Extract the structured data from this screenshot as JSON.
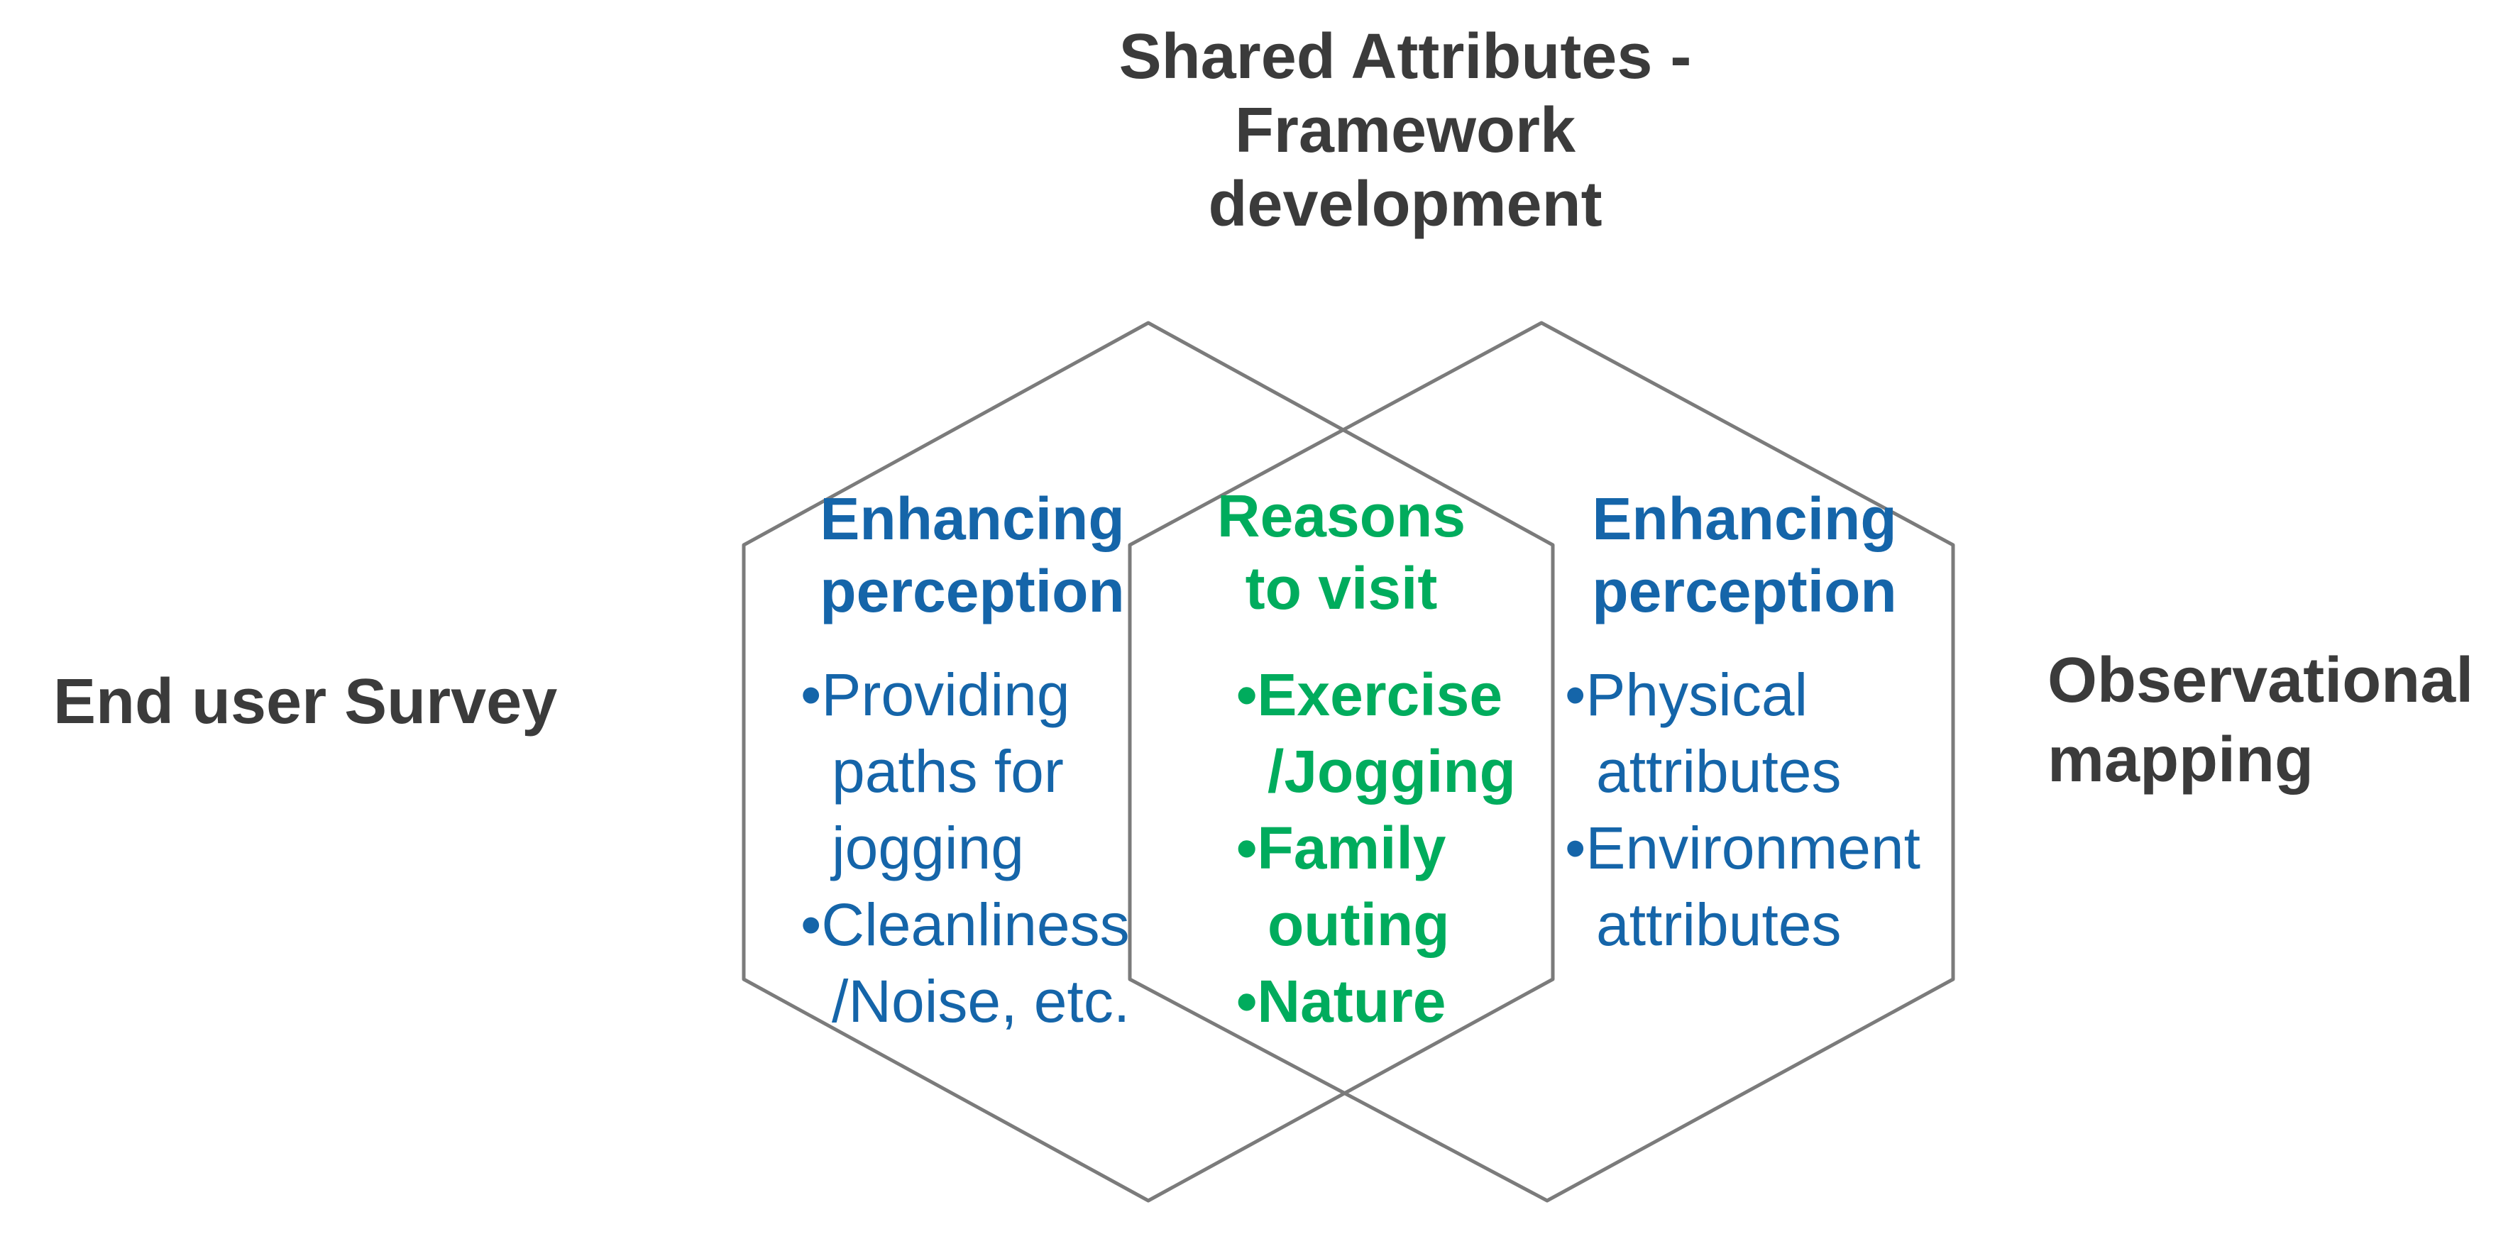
{
  "title": {
    "lines": [
      "Shared Attributes -",
      "Framework",
      "development"
    ]
  },
  "left_label": "End user Survey",
  "right_label": {
    "lines": [
      "Observational",
      "mapping"
    ]
  },
  "diagram": {
    "left_region": {
      "heading": [
        "Enhancing",
        "perception"
      ],
      "items": [
        {
          "lines": [
            "•Providing",
            "paths for",
            "jogging"
          ]
        },
        {
          "lines": [
            "•Cleanliness",
            "/Noise, etc."
          ]
        }
      ]
    },
    "overlap_region": {
      "heading": [
        "Reasons",
        "to visit"
      ],
      "items": [
        {
          "lines": [
            "•Exercise",
            "/Jogging"
          ]
        },
        {
          "lines": [
            "•Family",
            "outing"
          ]
        },
        {
          "lines": [
            "•Nature"
          ]
        }
      ]
    },
    "right_region": {
      "heading": [
        "Enhancing",
        "perception"
      ],
      "items": [
        {
          "lines": [
            "•Physical",
            "attributes"
          ]
        },
        {
          "lines": [
            "•Environment",
            "attributes"
          ]
        }
      ]
    }
  },
  "colors": {
    "blue_text": "#1565a9",
    "green_text": "#00ac5d",
    "hexagon_outline_gray": "#7b7b7b",
    "dark_text": "#3b3b3b"
  }
}
